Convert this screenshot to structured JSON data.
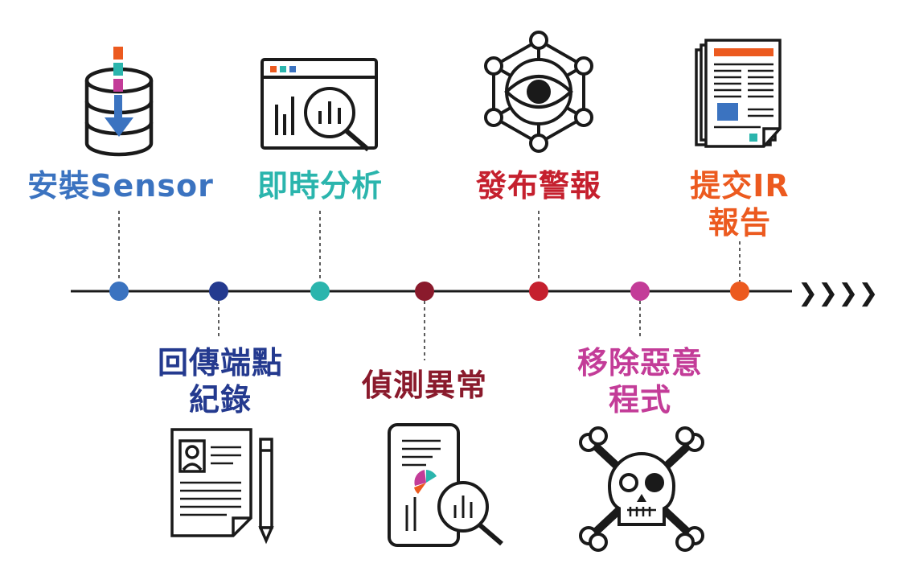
{
  "timeline": {
    "end_arrow": "❯❯❯❯",
    "colors": {
      "line": "#1a1a1a",
      "blue": "#3b73c0",
      "navy": "#243a8f",
      "teal": "#2bb5ad",
      "maroon": "#8a1a2c",
      "red": "#c5202e",
      "magenta": "#c33c98",
      "orange": "#ec5a1f",
      "pink": "#c33c98"
    },
    "steps": [
      {
        "id": "s1",
        "line1": "安裝Sensor",
        "line2": "",
        "color": "#3b73c0",
        "position": "above",
        "icon": "database-download-icon"
      },
      {
        "id": "s2",
        "line1": "回傳端點",
        "line2": "紀錄",
        "color": "#243a8f",
        "position": "below",
        "icon": "document-pen-icon"
      },
      {
        "id": "s3",
        "line1": "即時分析",
        "line2": "",
        "color": "#2bb5ad",
        "position": "above",
        "icon": "browser-analytics-icon"
      },
      {
        "id": "s4",
        "line1": "偵測異常",
        "line2": "",
        "color": "#8a1a2c",
        "position": "below",
        "icon": "phone-chart-search-icon"
      },
      {
        "id": "s5",
        "line1": "發布警報",
        "line2": "",
        "color": "#c5202e",
        "position": "above",
        "icon": "network-eye-icon"
      },
      {
        "id": "s6",
        "line1": "移除惡意",
        "line2": "程式",
        "color": "#c33c98",
        "position": "below",
        "icon": "skull-crossbones-icon"
      },
      {
        "id": "s7",
        "line1": "提交IR",
        "line2": "報告",
        "color": "#ec5a1f",
        "position": "above",
        "icon": "report-document-icon"
      }
    ]
  }
}
